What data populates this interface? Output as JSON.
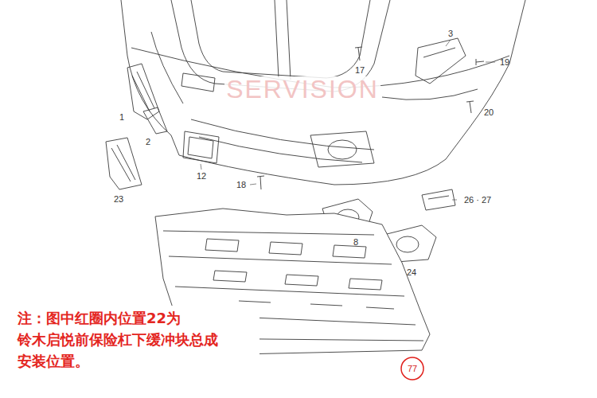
{
  "diagram": {
    "labels": [
      "3",
      "19",
      "17",
      "SERVISION",
      "20",
      "1",
      "2",
      "12",
      "18",
      "23",
      "26 · 27",
      "8",
      "24",
      "注：图中红圈内位置22为 铃木启悦前保险杠下缓冲块总成 安装位置。",
      "77"
    ]
  }
}
